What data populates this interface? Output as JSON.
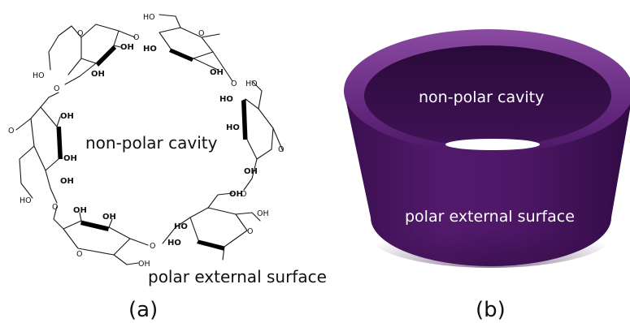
{
  "panel_a": {
    "cavity_label": "non-polar cavity",
    "surface_label": "polar external surface",
    "caption": "(a)",
    "atom_labels": {
      "ring_oxygen": "O",
      "hydroxyl": "OH",
      "hydroxyl_left": "HO",
      "hydroxyl_bold": "OH",
      "hydroxyl_bold_left": "HO"
    }
  },
  "panel_b": {
    "cavity_label": "non-polar cavity",
    "surface_label": "polar external surface",
    "caption": "(b)",
    "colors": {
      "outer_surface": "#4a1562",
      "rim_top": "#7a3d92",
      "inner_wall": "#2f0a41",
      "text": "#ffffff"
    }
  }
}
